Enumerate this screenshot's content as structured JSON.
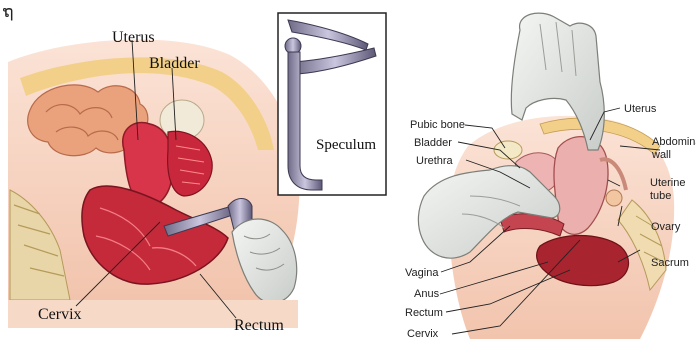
{
  "top_left_glyph": "ຖ",
  "left_panel": {
    "labels": {
      "uterus": "Uterus",
      "bladder": "Bladder",
      "speculum": "Speculum",
      "cervix": "Cervix",
      "rectum": "Rectum"
    }
  },
  "right_panel": {
    "labels": {
      "pubic_bone": "Pubic bone",
      "bladder": "Bladder",
      "urethra": "Urethra",
      "vagina": "Vagina",
      "anus": "Anus",
      "rectum": "Rectum",
      "cervix": "Cervix",
      "uterus": "Uterus",
      "abdominal_wall_line1": "Abdomina",
      "abdominal_wall_line2": "wall",
      "uterine_tube_line1": "Uterine",
      "uterine_tube_line2": "tube",
      "ovary": "Ovary",
      "sacrum": "Sacrum"
    }
  }
}
